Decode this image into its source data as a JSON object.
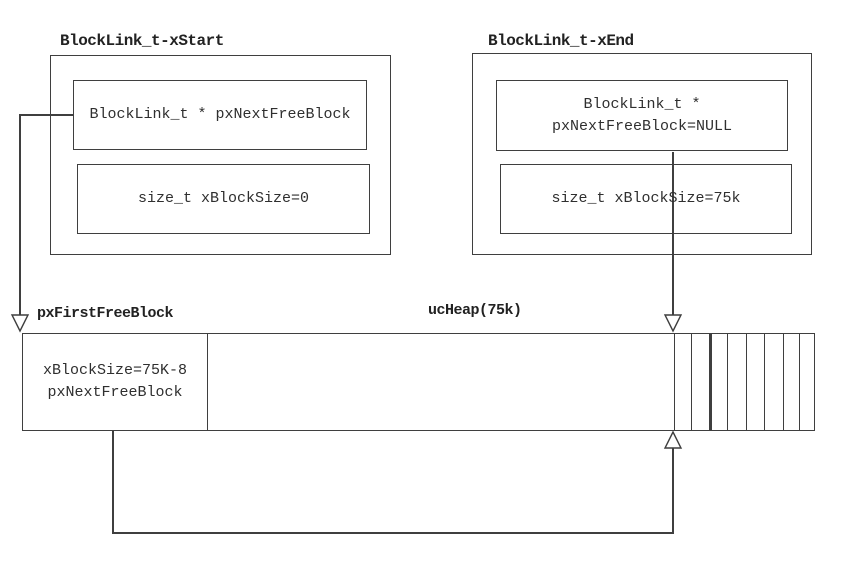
{
  "xstart": {
    "title": "BlockLink_t-xStart",
    "field1": "BlockLink_t * pxNextFreeBlock",
    "field2": "size_t xBlockSize=0"
  },
  "xend": {
    "title": "BlockLink_t-xEnd",
    "field1": "BlockLink_t *\npxNextFreeBlock=NULL",
    "field2": "size_t xBlockSize=75k"
  },
  "heap": {
    "pointer_label": "pxFirstFreeBlock",
    "label": "ucHeap(75k)",
    "first_free_block": "xBlockSize=75K-8\npxNextFreeBlock",
    "stripe_offsets": [
      651,
      668,
      686,
      704,
      723,
      741,
      760,
      776
    ],
    "thick_stripe_index": 2
  },
  "colors": {
    "line": "#3f3f3f",
    "text": "#2f2f2f",
    "background": "#ffffff"
  }
}
